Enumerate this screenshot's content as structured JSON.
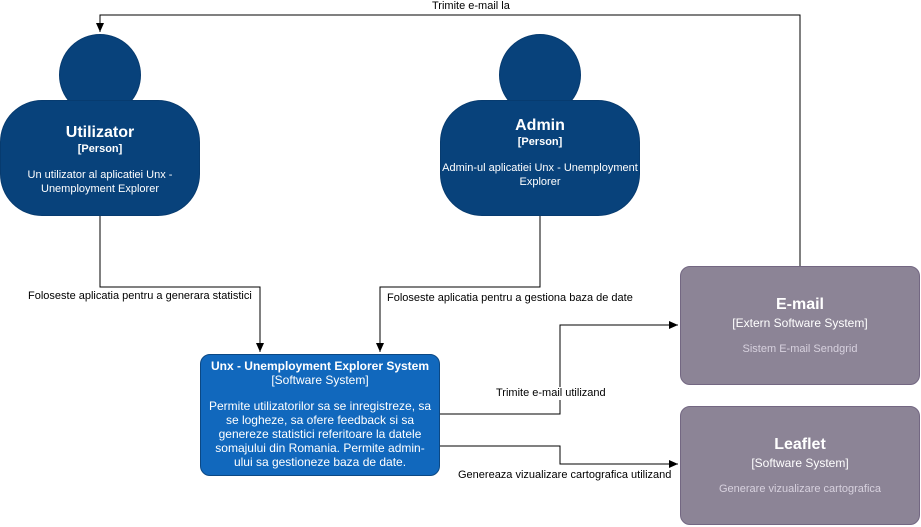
{
  "colors": {
    "person": "#08427b",
    "internal_system": "#1168bd",
    "external_system": "#8c8496",
    "connector": "#000000"
  },
  "nodes": {
    "utilizator": {
      "title": "Utilizator",
      "type": "[Person]",
      "description": "Un utilizator al aplicatiei Unx - Unemployment Explorer"
    },
    "admin": {
      "title": "Admin",
      "type": "[Person]",
      "description": "Admin-ul aplicatiei Unx - Unemployment Explorer"
    },
    "unx": {
      "title": "Unx - Unemployment Explorer System",
      "type": "[Software System]",
      "description": "Permite utilizatorilor sa se inregistreze, sa se logheze, sa ofere feedback si sa genereze statistici referitoare la datele somajului din Romania. Permite admin-ului sa gestioneze baza de date."
    },
    "email": {
      "title": "E-mail",
      "type": "[Extern Software System]",
      "description": "Sistem E-mail Sendgrid"
    },
    "leaflet": {
      "title": "Leaflet",
      "type": "[Software System]",
      "description": "Generare vizualizare cartografica"
    }
  },
  "edges": {
    "email_to_user": "Trimite e-mail la",
    "user_to_unx": "Foloseste aplicatia pentru a generara statistici",
    "admin_to_unx": "Foloseste aplicatia pentru a gestiona baza de date",
    "unx_to_email": "Trimite e-mail utilizand",
    "unx_to_leaflet": "Genereaza vizualizare cartografica utilizand"
  }
}
